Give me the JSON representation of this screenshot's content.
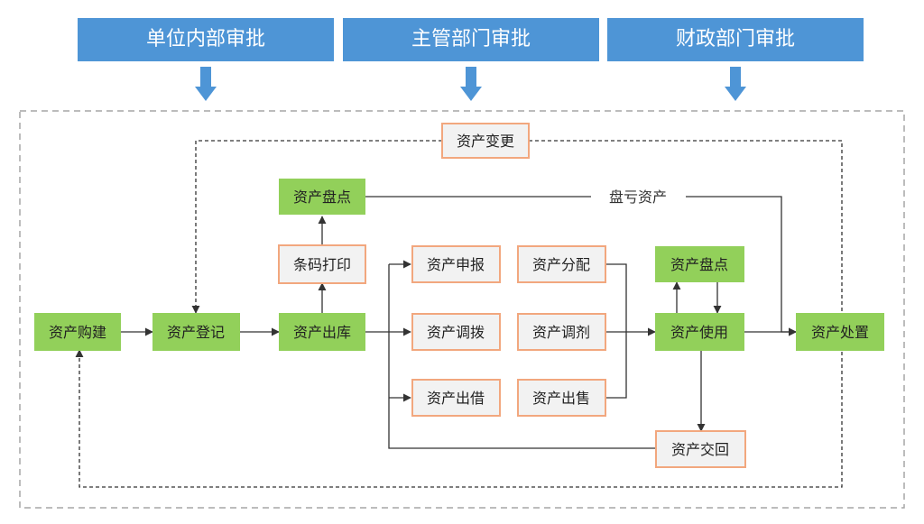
{
  "header": {
    "col1": "单位内部审批",
    "col2": "主管部门审批",
    "col3": "财政部门审批"
  },
  "nodes": {
    "purchase": "资产购建",
    "register": "资产登记",
    "outbound": "资产出库",
    "barcode": "条码打印",
    "inventory_top": "资产盘点",
    "change": "资产变更",
    "declare": "资产申报",
    "transfer": "资产调拨",
    "lend": "资产出借",
    "allocate": "资产分配",
    "adjust": "资产调剂",
    "sell": "资产出售",
    "use": "资产使用",
    "inventory_right": "资产盘点",
    "return": "资产交回",
    "dispose": "资产处置"
  },
  "labels": {
    "loss": "盘亏资产"
  },
  "colors": {
    "header_blue": "#4e95d6",
    "arrow_blue": "#4e95d6",
    "green_node": "#92d05a",
    "orange_border": "#f2a77e",
    "gray_fill": "#f2f2f2",
    "dashed_gray": "#a6a6a6"
  }
}
